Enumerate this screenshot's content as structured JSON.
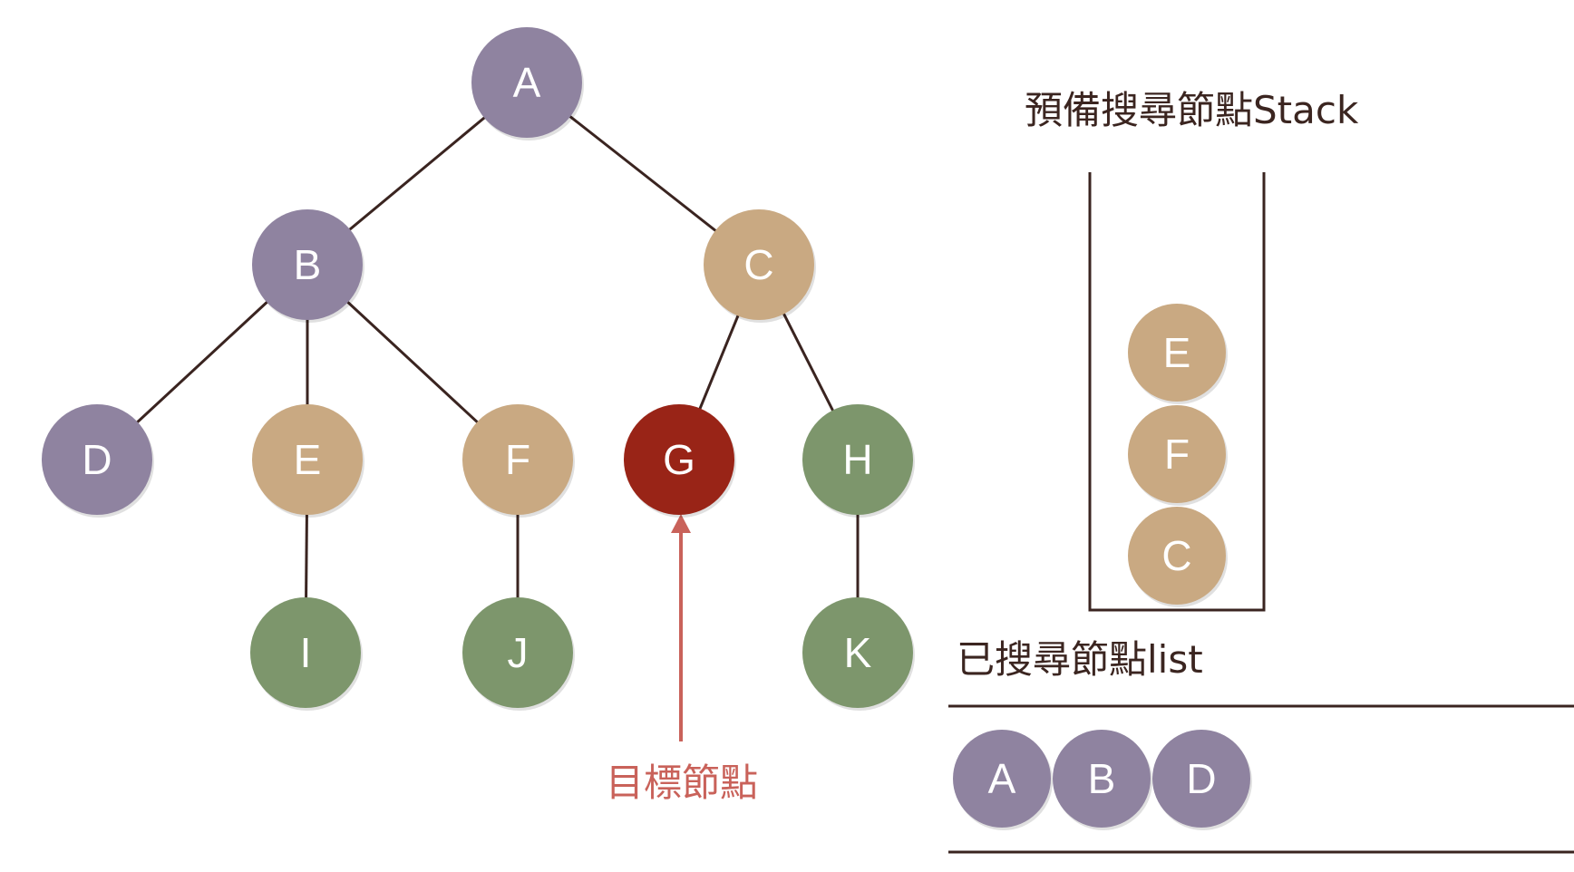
{
  "colors": {
    "visited": "#8f83a0",
    "queued": "#c9a982",
    "unvisited": "#7d966c",
    "target": "#992417",
    "line": "#3a2420",
    "arrow": "#c9625a"
  },
  "tree": {
    "nodes": [
      {
        "id": "A",
        "label": "A",
        "state": "visited"
      },
      {
        "id": "B",
        "label": "B",
        "state": "visited"
      },
      {
        "id": "C",
        "label": "C",
        "state": "queued"
      },
      {
        "id": "D",
        "label": "D",
        "state": "visited"
      },
      {
        "id": "E",
        "label": "E",
        "state": "queued"
      },
      {
        "id": "F",
        "label": "F",
        "state": "queued"
      },
      {
        "id": "G",
        "label": "G",
        "state": "target"
      },
      {
        "id": "H",
        "label": "H",
        "state": "unvisited"
      },
      {
        "id": "I",
        "label": "I",
        "state": "unvisited"
      },
      {
        "id": "J",
        "label": "J",
        "state": "unvisited"
      },
      {
        "id": "K",
        "label": "K",
        "state": "unvisited"
      }
    ],
    "edges": [
      [
        "A",
        "B"
      ],
      [
        "A",
        "C"
      ],
      [
        "B",
        "D"
      ],
      [
        "B",
        "E"
      ],
      [
        "B",
        "F"
      ],
      [
        "C",
        "G"
      ],
      [
        "C",
        "H"
      ],
      [
        "E",
        "I"
      ],
      [
        "F",
        "J"
      ],
      [
        "H",
        "K"
      ]
    ]
  },
  "target_label": "目標節點",
  "stack": {
    "title": "預備搜尋節點Stack",
    "items": [
      {
        "label": "E",
        "state": "queued"
      },
      {
        "label": "F",
        "state": "queued"
      },
      {
        "label": "C",
        "state": "queued"
      }
    ]
  },
  "visited_list": {
    "title": "已搜尋節點list",
    "items": [
      {
        "label": "A",
        "state": "visited"
      },
      {
        "label": "B",
        "state": "visited"
      },
      {
        "label": "D",
        "state": "visited"
      }
    ]
  }
}
